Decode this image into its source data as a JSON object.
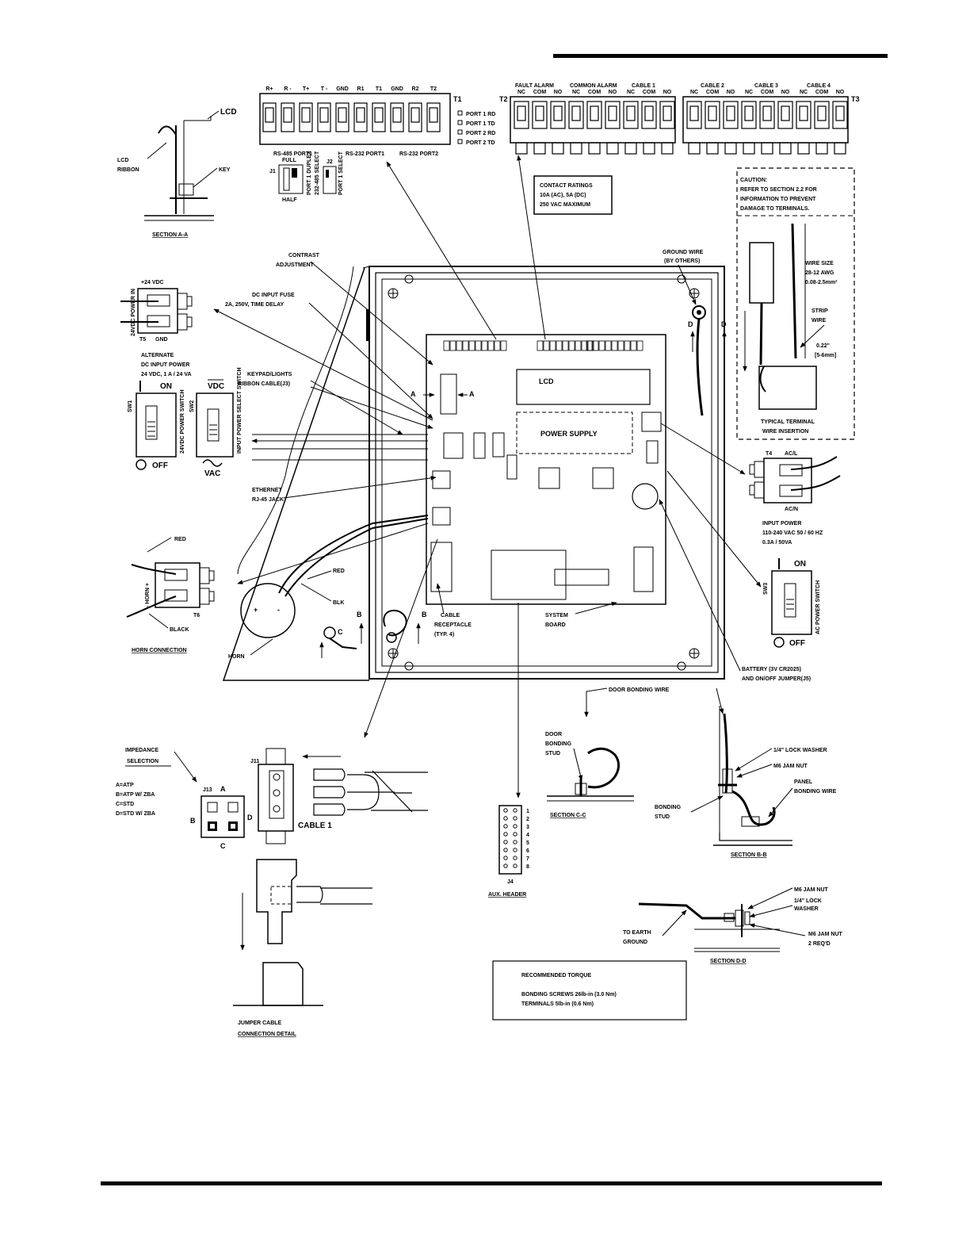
{
  "t1": {
    "terminals": [
      "R+",
      "R -",
      "T+",
      "T -",
      "GND",
      "R1",
      "T1",
      "GND",
      "R2",
      "T2"
    ],
    "id": "T1",
    "ports": [
      "PORT 1 RD",
      "PORT 1 TD",
      "PORT 2 RD",
      "PORT 2 TD"
    ],
    "rs485": "RS-485 PORT1",
    "rs232_1": "RS-232 PORT1",
    "rs232_2": "RS-232 PORT2",
    "full": "FULL",
    "half": "HALF",
    "j1": "J1",
    "j2": "J2",
    "duplex": "PORT 1 DUPLEX",
    "select_485": "232-485 SELECT",
    "port1_select": "PORT 1 SELECT"
  },
  "t2": {
    "id": "T2",
    "fault_alarm": "FAULT ALARM",
    "common_alarm": "COMMON ALARM",
    "cable1": "CABLE 1",
    "contacts": [
      "NC",
      "COM",
      "NO",
      "NC",
      "COM",
      "NO",
      "NC",
      "COM",
      "NO"
    ]
  },
  "t3": {
    "id": "T3",
    "cable2": "CABLE 2",
    "cable3": "CABLE 3",
    "cable4": "CABLE 4",
    "contacts": [
      "NC",
      "COM",
      "NO",
      "NC",
      "COM",
      "NO",
      "NC",
      "COM",
      "NO"
    ]
  },
  "contact_ratings": [
    "CONTACT RATINGS",
    "10A (AC), 5A (DC)",
    "250 VAC MAXIMUM"
  ],
  "caution": [
    "CAUTION:",
    "REFER TO SECTION 2.2 FOR",
    "INFORMATION TO PREVENT",
    "DAMAGE TO TERMINALS."
  ],
  "wire_size": [
    "WIRE SIZE",
    "28-12 AWG",
    "0.08-2.5mm²"
  ],
  "strip_wire": [
    "STRIP",
    "WIRE"
  ],
  "strip_len": [
    "0.22\"",
    "[5-6mm]"
  ],
  "typical_terminal": [
    "TYPICAL TERMINAL",
    "WIRE INSERTION"
  ],
  "section_aa": {
    "lcd": "LCD",
    "lcd_ribbon": [
      "LCD",
      "RIBBON"
    ],
    "key": "KEY",
    "title": "SECTION A-A"
  },
  "labels": {
    "contrast": [
      "CONTRAST",
      "ADJUSTMENT"
    ],
    "dc_fuse": [
      "DC INPUT FUSE",
      "2A, 250V, TIME DELAY"
    ],
    "keypad": [
      "KEYPAD/LIGHTS",
      "RIBBON CABLE(J3)"
    ],
    "ethernet": [
      "ETHERNET",
      "RJ-45 JACK"
    ],
    "ground_wire": [
      "GROUND WIRE",
      "(BY OTHERS)"
    ],
    "lcd": "LCD",
    "power_supply": "POWER SUPPLY",
    "system_board": [
      "SYSTEM",
      "BOARD"
    ],
    "cable_receptacle": [
      "CABLE",
      "RECEPTACLE",
      "(TYP. 4)"
    ],
    "battery": [
      "BATTERY (3V CR2025)",
      "AND ON/OFF JUMPER(J5)"
    ],
    "section_letters": [
      "A",
      "A",
      "B",
      "B",
      "C",
      "D",
      "D"
    ]
  },
  "dc_power": {
    "v24": "+24 VDC",
    "power_in": "24VDC POWER IN",
    "t5": "T5",
    "gnd": "GND",
    "alternate": [
      "ALTERNATE",
      "DC INPUT POWER",
      "24 VDC, 1 A / 24 VA"
    ]
  },
  "sw1": {
    "id": "SW1",
    "on": "ON",
    "off": "OFF",
    "label": "24VDC POWER SWITCH"
  },
  "sw2": {
    "id": "SW2",
    "vdc": "VDC",
    "vac": "VAC",
    "label": "INPUT POWER SELECT SWITCH"
  },
  "t4": {
    "id": "T4",
    "acl": "AC/L",
    "acn": "AC/N",
    "input_power": [
      "INPUT POWER",
      "110-240 VAC 50 / 60 HZ",
      "0.3A / 50VA"
    ]
  },
  "sw3": {
    "id": "SW3",
    "on": "ON",
    "off": "OFF",
    "label": "AC POWER SWITCH"
  },
  "horn": {
    "red": "RED",
    "black": "BLACK",
    "t6": "T6",
    "polarity": "- HORN +",
    "title": "HORN CONNECTION",
    "red2": "RED",
    "blk": "BLK",
    "horn": "HORN",
    "plus": "+",
    "minus": "-"
  },
  "door_bonding": {
    "wire": "DOOR BONDING WIRE",
    "stud": [
      "DOOR",
      "BONDING",
      "STUD"
    ],
    "section_cc": "SECTION C-C"
  },
  "section_bb": {
    "lock_washer": "1/4\" LOCK WASHER",
    "jam_nut": "M6 JAM NUT",
    "panel_bonding": [
      "PANEL",
      "BONDING WIRE"
    ],
    "bonding_stud": [
      "BONDING",
      "STUD"
    ],
    "title": "SECTION B-B"
  },
  "section_dd": {
    "jam_nut": "M6 JAM NUT",
    "lock_washer": [
      "1/4\" LOCK",
      "WASHER"
    ],
    "earth": [
      "TO EARTH",
      "GROUND"
    ],
    "jam_nut2": [
      "M6 JAM NUT",
      "2 REQ'D"
    ],
    "title": "SECTION D-D"
  },
  "impedance": {
    "title": [
      "IMPEDANCE",
      "SELECTION"
    ],
    "options": [
      "A=ATP",
      "B=ATP W/ ZBA",
      "C=STD",
      "D=STD W/ ZBA"
    ],
    "j13": "J13",
    "a": "A",
    "b": "B",
    "c": "C",
    "d": "D",
    "j11": "J11",
    "cable1": "CABLE 1"
  },
  "aux": {
    "pins": [
      "1",
      "2",
      "3",
      "4",
      "5",
      "6",
      "7",
      "8"
    ],
    "j4": "J4",
    "title": "AUX. HEADER"
  },
  "jumper": {
    "title": [
      "JUMPER CABLE",
      "CONNECTION DETAIL"
    ]
  },
  "torque": {
    "title": "RECOMMENDED TORQUE",
    "bonding": "BONDING SCREWS  26lb-in (3.0 Nm)",
    "terminals": "TERMINALS        5lb-in (0.6 Nm)"
  }
}
